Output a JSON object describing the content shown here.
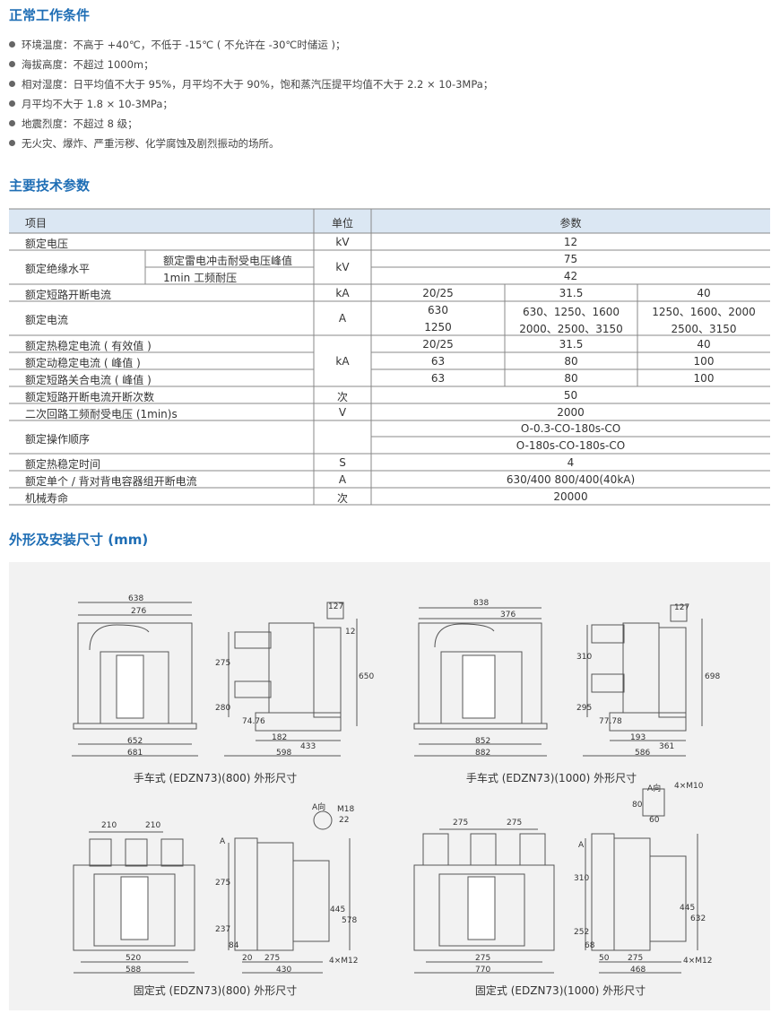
{
  "sections": {
    "conditions_title": "正常工作条件",
    "params_title": "主要技术参数",
    "dims_title": "外形及安装尺寸 (mm)"
  },
  "conditions": [
    "环境温度：不高于 +40℃，不低于 -15℃ ( 不允许在 -30℃时储运 )；",
    "海拔高度：不超过 1000m；",
    "相对湿度：日平均值不大于 95%，月平均不大于 90%，饱和蒸汽压提平均值不大于 2.2 × 10-3MPa；",
    "月平均不大于 1.8 × 10-3MPa；",
    "地震烈度：不超过 8 级；",
    "无火灾、爆炸、严重污秽、化学腐蚀及剧烈振动的场所。"
  ],
  "table": {
    "headers": {
      "item": "项目",
      "unit": "单位",
      "param": "参数"
    },
    "rows": {
      "rated_voltage": {
        "item": "额定电压",
        "unit": "kV",
        "value": "12"
      },
      "insulation": {
        "item": "额定绝缘水平",
        "sub1": "额定雷电冲击耐受电压峰值",
        "sub2": "1min 工频耐压",
        "unit": "kV",
        "v1": "75",
        "v2": "42"
      },
      "breaking": {
        "item": "额定短路开断电流",
        "unit": "kA",
        "v": [
          "20/25",
          "31.5",
          "40"
        ]
      },
      "current": {
        "item": "额定电流",
        "unit": "A",
        "v1": [
          "630",
          "630、1250、1600",
          "1250、1600、2000"
        ],
        "v2": [
          "1250",
          "2000、2500、3150",
          "2500、3150"
        ]
      },
      "thermal": {
        "item": "额定热稳定电流 ( 有效值 )",
        "v": [
          "20/25",
          "31.5",
          "40"
        ]
      },
      "dynamic": {
        "item": "额定动稳定电流 ( 峰值 )",
        "unit": "kA",
        "v": [
          "63",
          "80",
          "100"
        ]
      },
      "making": {
        "item": "额定短路关合电流 ( 峰值 )",
        "v": [
          "63",
          "80",
          "100"
        ]
      },
      "times": {
        "item": "额定短路开断电流开断次数",
        "unit": "次",
        "value": "50"
      },
      "secondary": {
        "item": "二次回路工频耐受电压 (1min)s",
        "unit": "V",
        "value": "2000"
      },
      "sequence": {
        "item": "额定操作顺序",
        "v1": "O-0.3-CO-180s-CO",
        "v2": "O-180s-CO-180s-CO"
      },
      "thermal_time": {
        "item": "额定热稳定时间",
        "unit": "S",
        "value": "4"
      },
      "capacitor": {
        "item": "额定单个 / 背对背电容器组开断电流",
        "unit": "A",
        "value": "630/400 800/400(40kA)"
      },
      "life": {
        "item": "机械寿命",
        "unit": "次",
        "value": "20000"
      }
    }
  },
  "figures": {
    "fig1": {
      "caption": "手车式 (EDZN73)(800) 外形尺寸",
      "dims": [
        "638",
        "276",
        "652",
        "681",
        "127",
        "12",
        "275",
        "280",
        "650",
        "74.76",
        "182",
        "433",
        "598"
      ]
    },
    "fig2": {
      "caption": "手车式 (EDZN73)(1000) 外形尺寸",
      "dims": [
        "838",
        "376",
        "852",
        "882",
        "127",
        "310",
        "295",
        "698",
        "77.78",
        "193",
        "361",
        "586"
      ]
    },
    "fig3": {
      "caption": "固定式 (EDZN73)(800) 外形尺寸",
      "dims": [
        "210",
        "210",
        "520",
        "588",
        "A向",
        "M18",
        "22",
        "A",
        "275",
        "237",
        "445",
        "578",
        "84",
        "20",
        "275",
        "430",
        "4×M12"
      ]
    },
    "fig4": {
      "caption": "固定式 (EDZN73)(1000) 外形尺寸",
      "dims": [
        "275",
        "275",
        "275",
        "770",
        "A向",
        "4×M10",
        "80",
        "60",
        "A",
        "310",
        "252",
        "445",
        "632",
        "68",
        "50",
        "275",
        "468",
        "4×M12"
      ]
    }
  }
}
